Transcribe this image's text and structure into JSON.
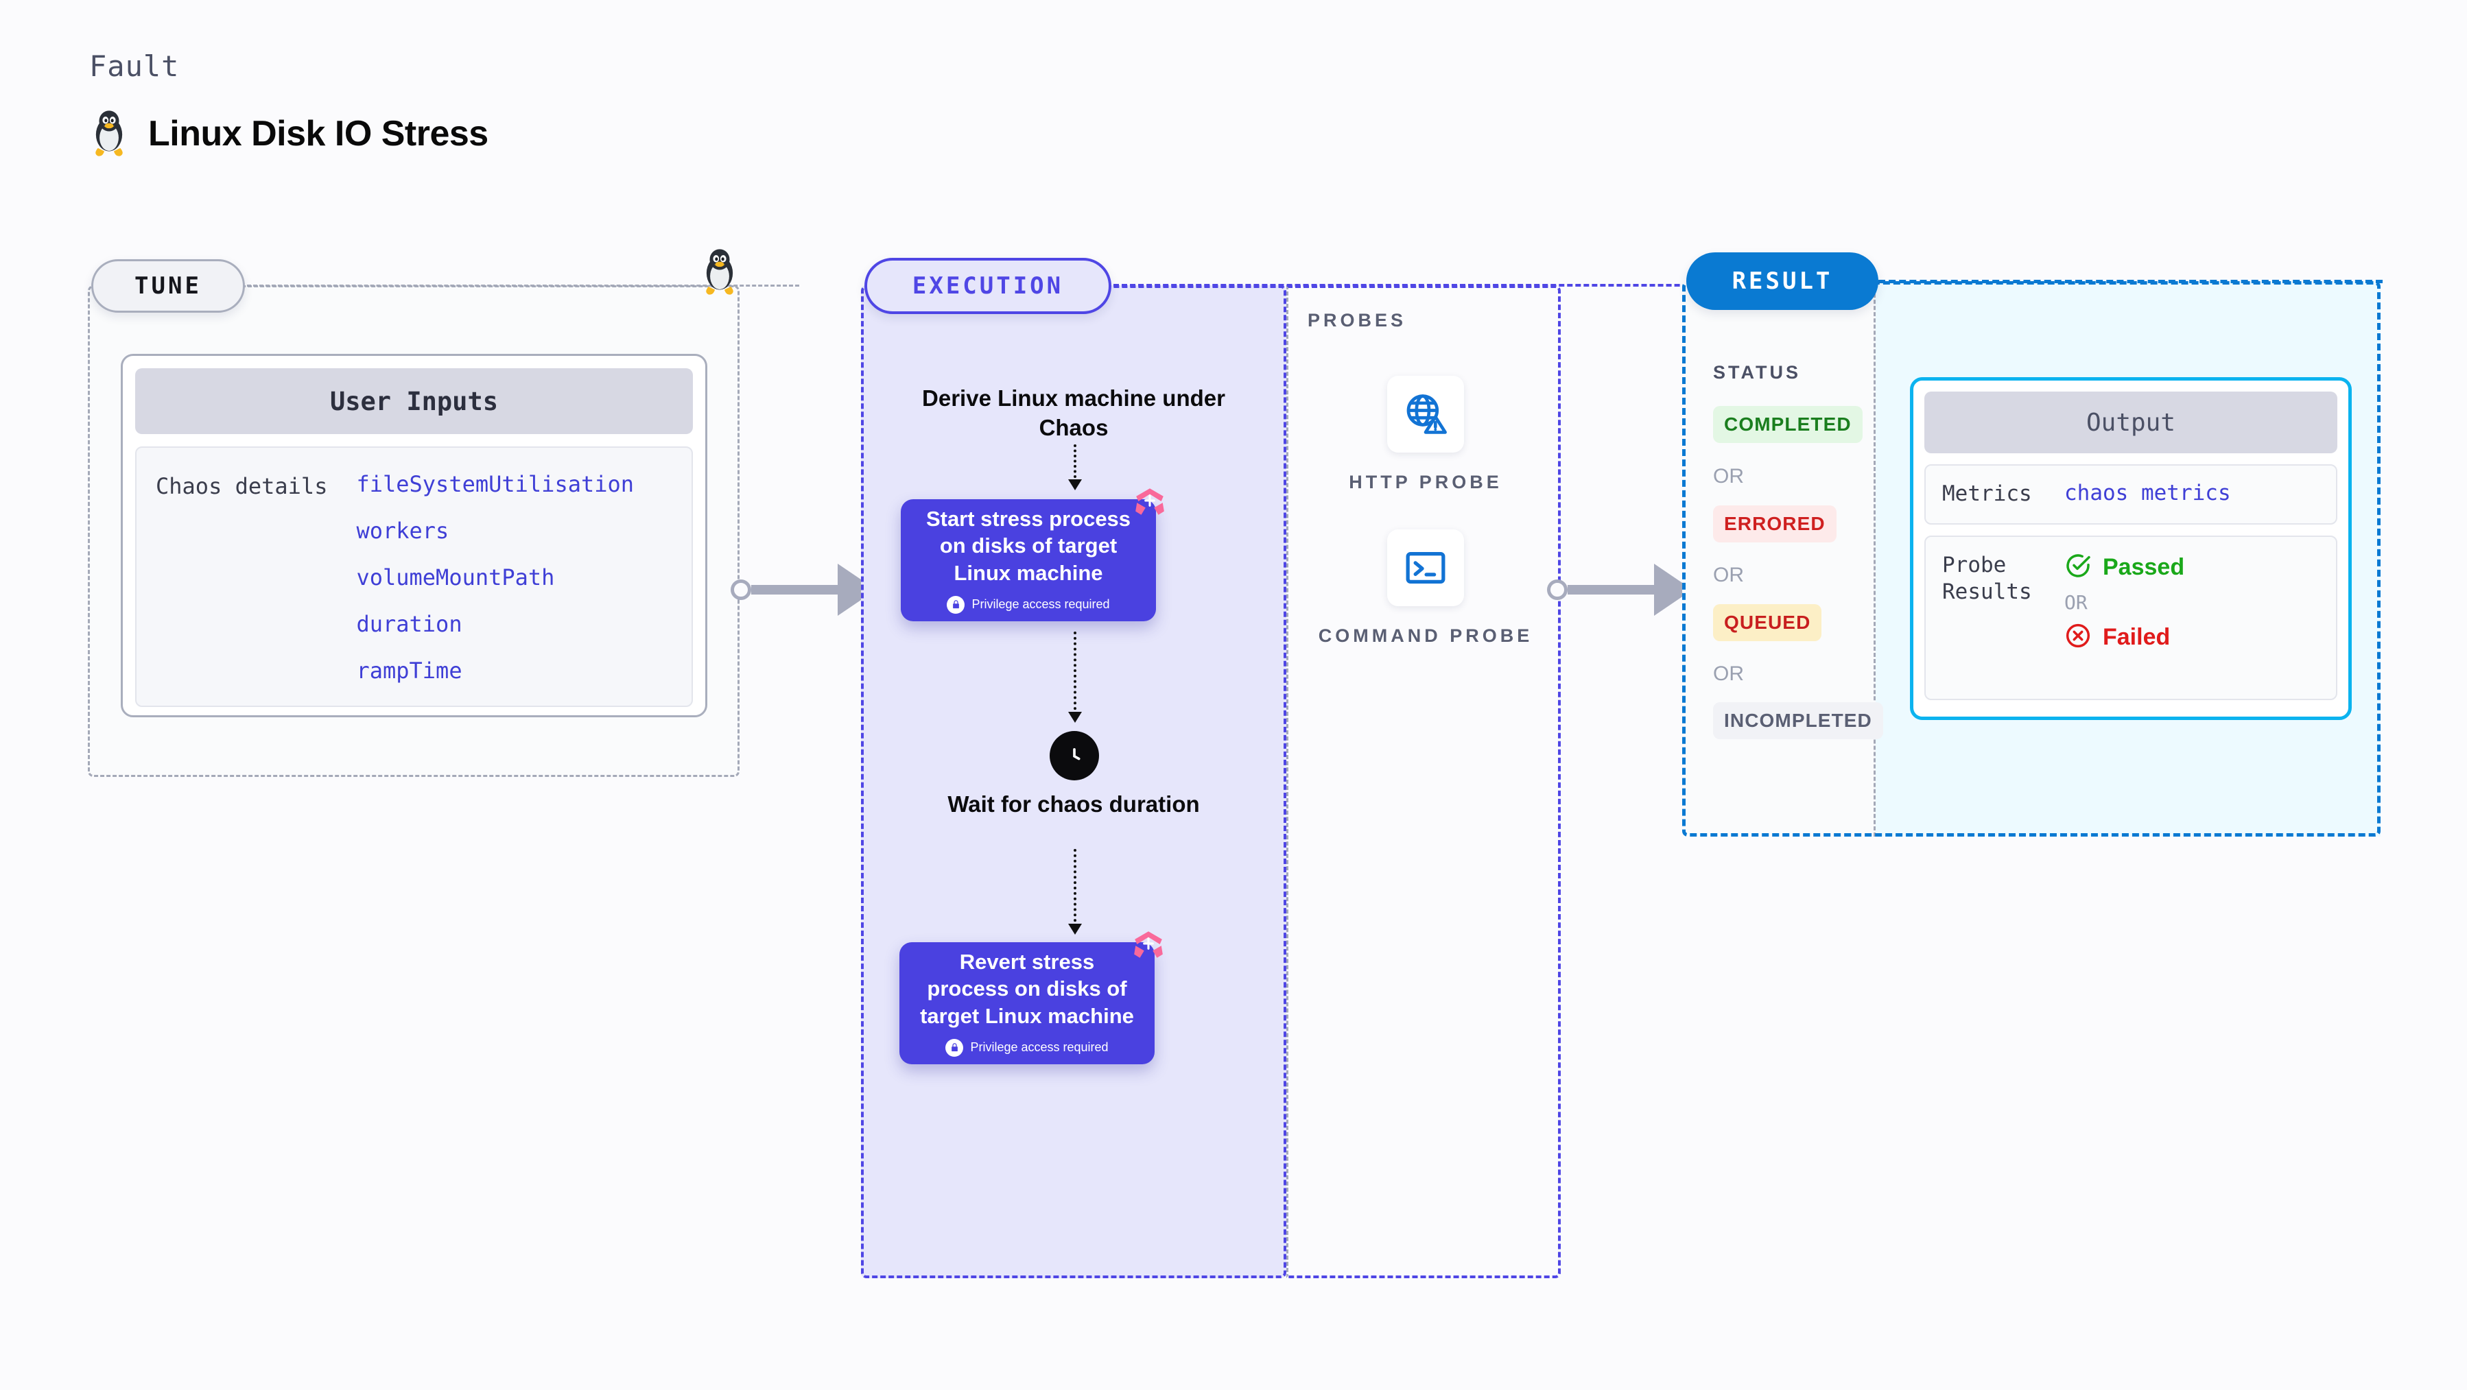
{
  "header": {
    "eyebrow": "Fault",
    "title": "Linux Disk IO Stress",
    "icon": "linux-penguin-icon"
  },
  "tune": {
    "pill_label": "TUNE",
    "icon": "linux-penguin-icon",
    "card": {
      "title": "User Inputs",
      "label": "Chaos details",
      "values": [
        "fileSystemUtilisation",
        "workers",
        "volumeMountPath",
        "duration",
        "rampTime"
      ]
    }
  },
  "execution": {
    "pill_label": "EXECUTION",
    "flow": {
      "derive_title": "Derive Linux machine under Chaos",
      "start_step": {
        "text": "Start stress process on disks of target Linux machine",
        "privilege_note": "Privilege access required",
        "badge_icon": "litmus-chaos-icon",
        "lock_icon": "lock-icon"
      },
      "wait_title": "Wait for chaos duration",
      "wait_icon": "clock-icon",
      "revert_step": {
        "text": "Revert stress process on disks of target Linux machine",
        "privilege_note": "Privilege access required",
        "badge_icon": "litmus-chaos-icon",
        "lock_icon": "lock-icon"
      }
    }
  },
  "probes": {
    "label": "PROBES",
    "items": [
      {
        "caption": "HTTP PROBE",
        "icon": "globe-warning-icon"
      },
      {
        "caption": "COMMAND PROBE",
        "icon": "terminal-icon"
      }
    ]
  },
  "result": {
    "pill_label": "RESULT",
    "status_label": "STATUS",
    "or_label": "OR",
    "statuses": [
      {
        "label": "COMPLETED",
        "color": "#1a7e1e",
        "bg": "#e3f7e4"
      },
      {
        "label": "ERRORED",
        "color": "#cf2020",
        "bg": "#fdeaea"
      },
      {
        "label": "QUEUED",
        "color": "#c81f1f",
        "bg": "#fcefc6"
      },
      {
        "label": "INCOMPLETED",
        "color": "#5a5f73",
        "bg": "#f1f2f6"
      }
    ],
    "output": {
      "title": "Output",
      "metrics_key": "Metrics",
      "metrics_value": "chaos metrics",
      "probe_results_key": "Probe Results",
      "passed_label": "Passed",
      "failed_label": "Failed",
      "or_label": "OR",
      "passed_icon": "check-circle-icon",
      "failed_icon": "x-circle-icon"
    }
  },
  "colors": {
    "accent_purple": "#4f46e5",
    "accent_blue": "#0a7ad2",
    "accent_cyan": "#0bb3ef",
    "chaos_pink": "#f9699a",
    "value_blue": "#3f3fd6"
  }
}
